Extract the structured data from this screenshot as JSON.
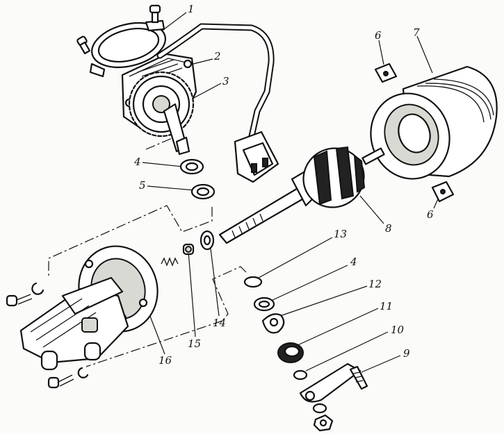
{
  "callouts": [
    {
      "id": "c1",
      "text": "1"
    },
    {
      "id": "c2",
      "text": "2"
    },
    {
      "id": "c3",
      "text": "3"
    },
    {
      "id": "c4a",
      "text": "4"
    },
    {
      "id": "c5",
      "text": "5"
    },
    {
      "id": "c6a",
      "text": "6"
    },
    {
      "id": "c6b",
      "text": "6"
    },
    {
      "id": "c7",
      "text": "7"
    },
    {
      "id": "c8",
      "text": "8"
    },
    {
      "id": "c13",
      "text": "13"
    },
    {
      "id": "c4b",
      "text": "4"
    },
    {
      "id": "c12",
      "text": "12"
    },
    {
      "id": "c11",
      "text": "11"
    },
    {
      "id": "c10",
      "text": "10"
    },
    {
      "id": "c9",
      "text": "9"
    },
    {
      "id": "c14",
      "text": "14"
    },
    {
      "id": "c15",
      "text": "15"
    },
    {
      "id": "c16",
      "text": "16"
    }
  ]
}
